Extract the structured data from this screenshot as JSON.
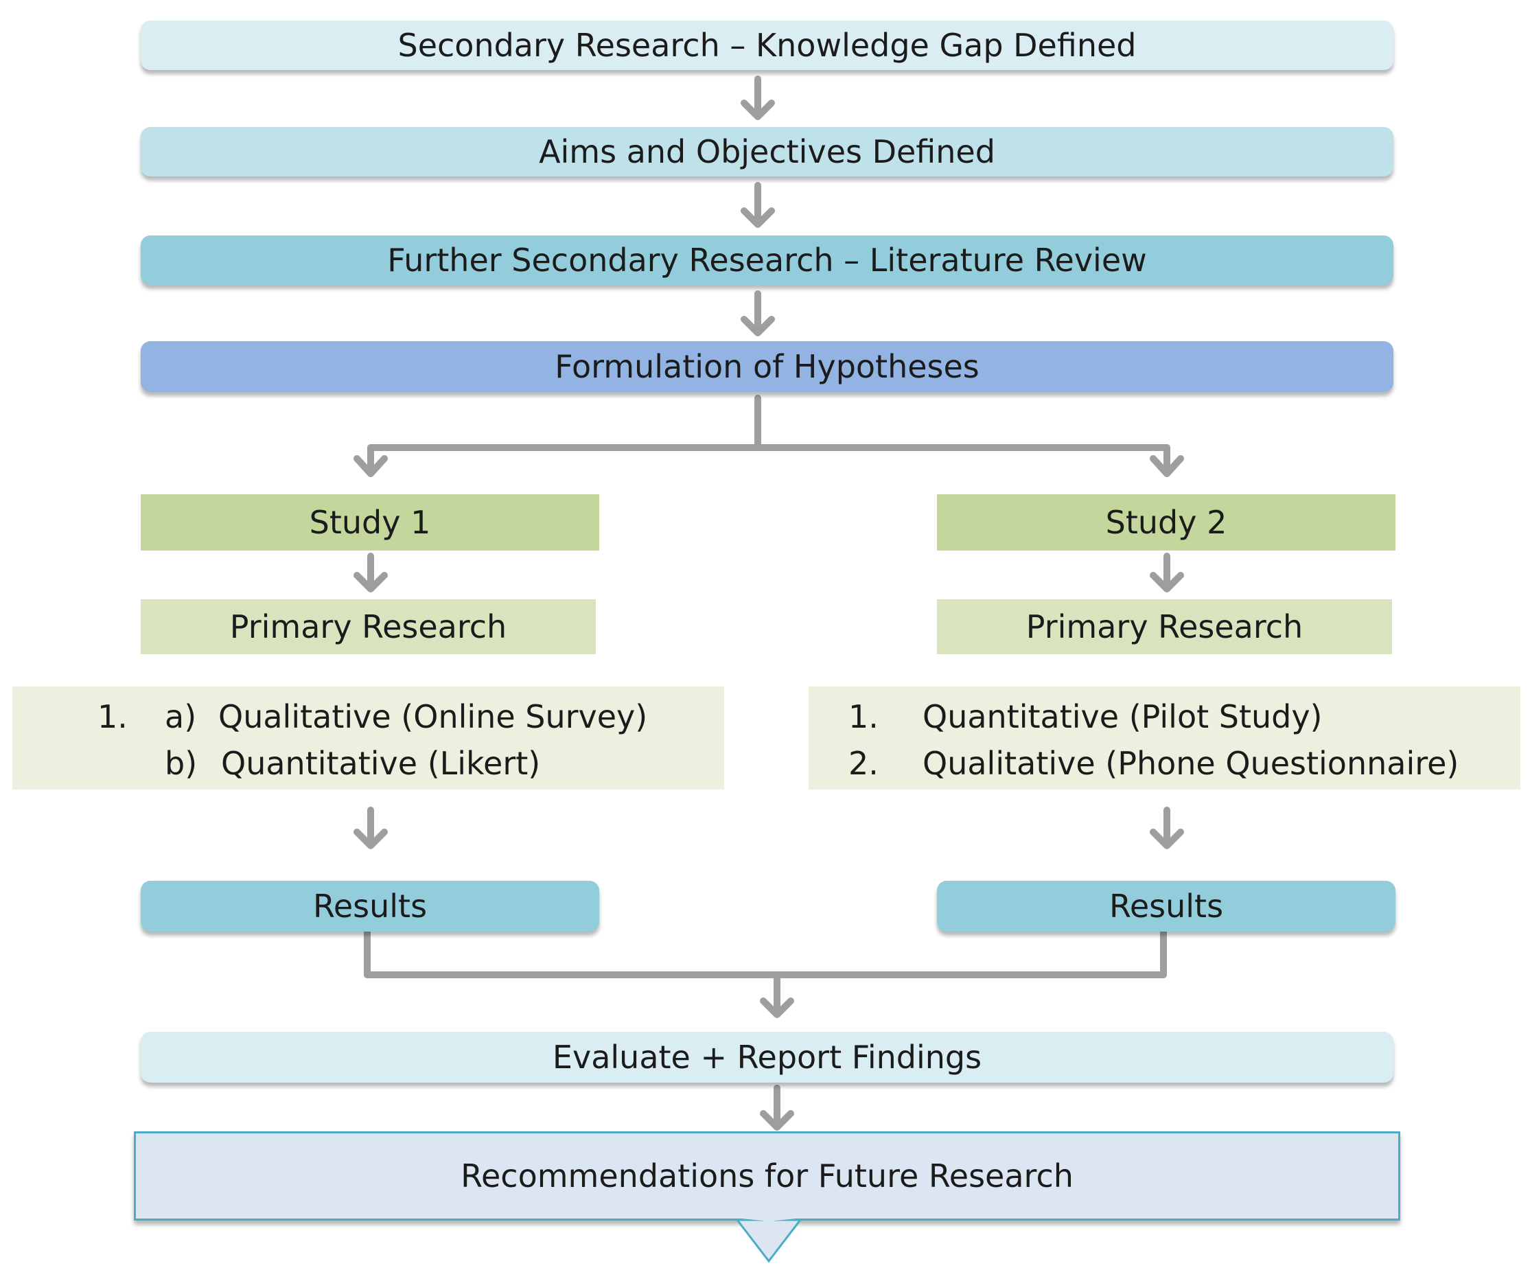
{
  "colors": {
    "box_light": "#d9edf2",
    "box_mid": "#bfe1ea",
    "box_teal": "#93cddc",
    "box_blue": "#93b3e2",
    "study": "#c3d69b",
    "primary": "#d7e4bd",
    "methods": "#ebf1de",
    "results": "#93cddc",
    "recommend": "#dce6f2",
    "recommend_border": "#4bacc6",
    "arrow": "#9e9e9e"
  },
  "steps": {
    "secondary": "Secondary Research – Knowledge Gap Defined",
    "aims": "Aims and Objectives Defined",
    "further": "Further Secondary Research – Literature Review",
    "hypotheses": "Formulation of Hypotheses",
    "evaluate": "Evaluate + Report Findings",
    "recommendations": "Recommendations for Future Research"
  },
  "study1": {
    "title": "Study 1",
    "primary": "Primary Research",
    "methods": {
      "num": "1.",
      "a_letter": "a)",
      "a_text": "Qualitative (Online Survey)",
      "b_letter": "b)",
      "b_text": "Quantitative (Likert)"
    },
    "results": "Results"
  },
  "study2": {
    "title": "Study 2",
    "primary": "Primary Research",
    "methods": {
      "num1": "1.",
      "text1": "Quantitative (Pilot Study)",
      "num2": "2.",
      "text2": "Qualitative (Phone Questionnaire)"
    },
    "results": "Results"
  }
}
